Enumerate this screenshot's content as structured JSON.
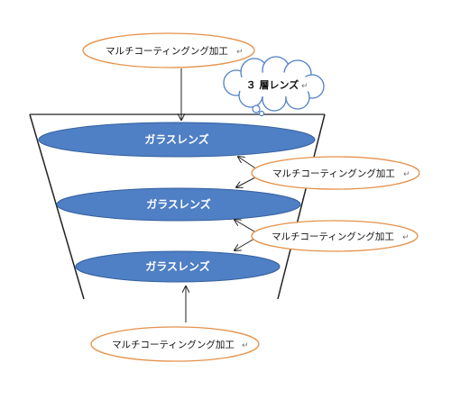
{
  "colors": {
    "lens_fill": "#4f7fc4",
    "lens_stroke": "#34609e",
    "callout_stroke": "#e4914a",
    "cloud_stroke": "#4f7fc4",
    "frame": "#222222"
  },
  "cloud_label": "３ 層レンズ",
  "paragraph_mark": "↵",
  "callouts": [
    {
      "label": "マルチコーティングング加工"
    },
    {
      "label": "マルチコーティングング加工"
    },
    {
      "label": "マルチコーティングング加工"
    },
    {
      "label": "マルチコーティングング加工"
    }
  ],
  "lenses": [
    {
      "label": "ガラスレンズ"
    },
    {
      "label": "ガラスレンズ"
    },
    {
      "label": "ガラスレンズ"
    }
  ]
}
